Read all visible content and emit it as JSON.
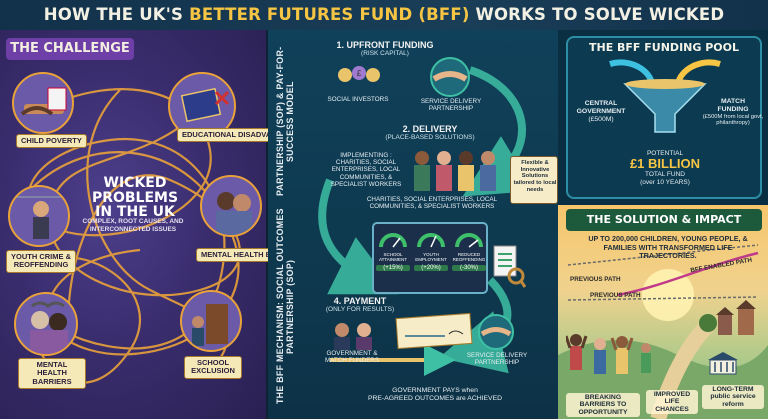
{
  "header": {
    "title_prefix": "HOW THE UK'S ",
    "title_highlight": "BETTER FUTURES FUND (BFF)",
    "title_suffix": " WORKS TO SOLVE WICKED PROBLEMS"
  },
  "challenge": {
    "heading": "THE CHALLENGE",
    "center_title_1": "WICKED",
    "center_title_2": "PROBLEMS",
    "center_title_3": "IN THE UK",
    "center_sub": "COMPLEX, ROOT CAUSES, AND INTERCONNECTED ISSUES",
    "problems": [
      "CHILD POVERTY",
      "EDUCATIONAL DISADVANTAGE",
      "YOUTH CRIME & REOFFENDING",
      "MENTAL HEALTH BARRIERS",
      "MENTAL HEALTH BARRIERS",
      "SCHOOL EXCLUSION"
    ]
  },
  "mechanism": {
    "vertical_label_1": "THE BFF MECHANISM: SOCIAL OUTCOMES PARTNERSHIP (SOP)",
    "vertical_label_2": "PARTNERSHIP (SOP) & PAY-FOR-SUCCESS MODEL",
    "step1_title": "1. UPFRONT FUNDING",
    "step1_sub": "(RISK CAPITAL)",
    "social_investors": "SOCIAL INVESTORS",
    "service_delivery_1": "SERVICE DELIVERY PARTNERSHIP",
    "step2_title": "2. DELIVERY",
    "step2_sub": "(PLACE-BASED SOLUTIONS)",
    "implementing": "IMPLEMENTING : CHARITIES, SOCIAL ENTERPRISES, LOCAL COMMUNITIES, & SPECIALIST WORKERS",
    "flexible_sign": "Flexible & Innovative Solutions tailored to local needs",
    "delivery_caption": "CHARITIES, SOCIAL ENTERPRISES, LOCAL COMMUNITIES, & SPECIALIST WORKERS",
    "metrics": [
      {
        "label": "SCHOOL ATTAINMENT",
        "value": "(+15%)"
      },
      {
        "label": "YOUTH EMPLOYMENT",
        "value": "(+20%)"
      },
      {
        "label": "REDUCED REOFFENDING",
        "value": "(-30%)"
      }
    ],
    "step4_title": "4. PAYMENT",
    "step4_sub": "(ONLY FOR RESULTS)",
    "gov_funders": "GOVERNMENT & MATCH FUNDERS",
    "service_delivery_2": "SERVICE DELIVERY PARTNERSHIP",
    "gov_pays_1": "GOVERNMENT PAYS when",
    "gov_pays_2": "PRE-AGREED OUTCOMES are ACHIEVED"
  },
  "pool": {
    "heading": "THE BFF FUNDING POOL",
    "central_1": "CENTRAL",
    "central_2": "GOVERNMENT",
    "central_3": "(£500M)",
    "match_1": "MATCH",
    "match_2": "FUNDING",
    "match_3": "(£500M from local govt, philanthropy)",
    "potential": "POTENTIAL",
    "amount": "£1 BILLION",
    "total": "TOTAL FUND",
    "years": "(over 10 YEARS)"
  },
  "solution": {
    "heading": "THE SOLUTION & IMPACT",
    "text": "UP TO 200,000 CHILDREN, YOUNG PEOPLE, & FAMILIES WITH TRANSFORMED LIFE TRAJECTORIES.",
    "previous_path_1": "PREVIOUS PATH",
    "bff_path": "BFF ENABLED PATH",
    "previous_path_2": "PREVIOUS PATH",
    "outcomes": [
      "BREAKING BARRIERS TO OPPORTUNITY",
      "IMPROVED LIFE CHANCES",
      "LONG-TERM public service reform"
    ]
  },
  "colors": {
    "accent_yellow": "#f6c544",
    "challenge_purple": "#3a2d6e",
    "mechanism_teal": "#10415a",
    "solution_green": "#1d5a3b",
    "label_cream": "#f6e9b8"
  }
}
